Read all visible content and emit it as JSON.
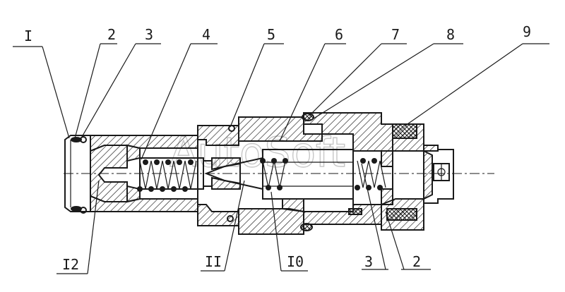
{
  "watermark": "AutoSoft",
  "callouts": [
    {
      "id": "c1",
      "text": "I"
    },
    {
      "id": "c2",
      "text": "2"
    },
    {
      "id": "c3",
      "text": "3"
    },
    {
      "id": "c4",
      "text": "4"
    },
    {
      "id": "c5",
      "text": "5"
    },
    {
      "id": "c6",
      "text": "6"
    },
    {
      "id": "c7",
      "text": "7"
    },
    {
      "id": "c8",
      "text": "8"
    },
    {
      "id": "c9",
      "text": "9"
    },
    {
      "id": "c12",
      "text": "I2"
    },
    {
      "id": "c11",
      "text": "II"
    },
    {
      "id": "c10",
      "text": "I0"
    },
    {
      "id": "c3b",
      "text": "3"
    },
    {
      "id": "c2b",
      "text": "2"
    }
  ],
  "colors": {
    "ink": "#1a1a1a",
    "paper": "#ffffff",
    "watermark": "#9a9a9a"
  }
}
